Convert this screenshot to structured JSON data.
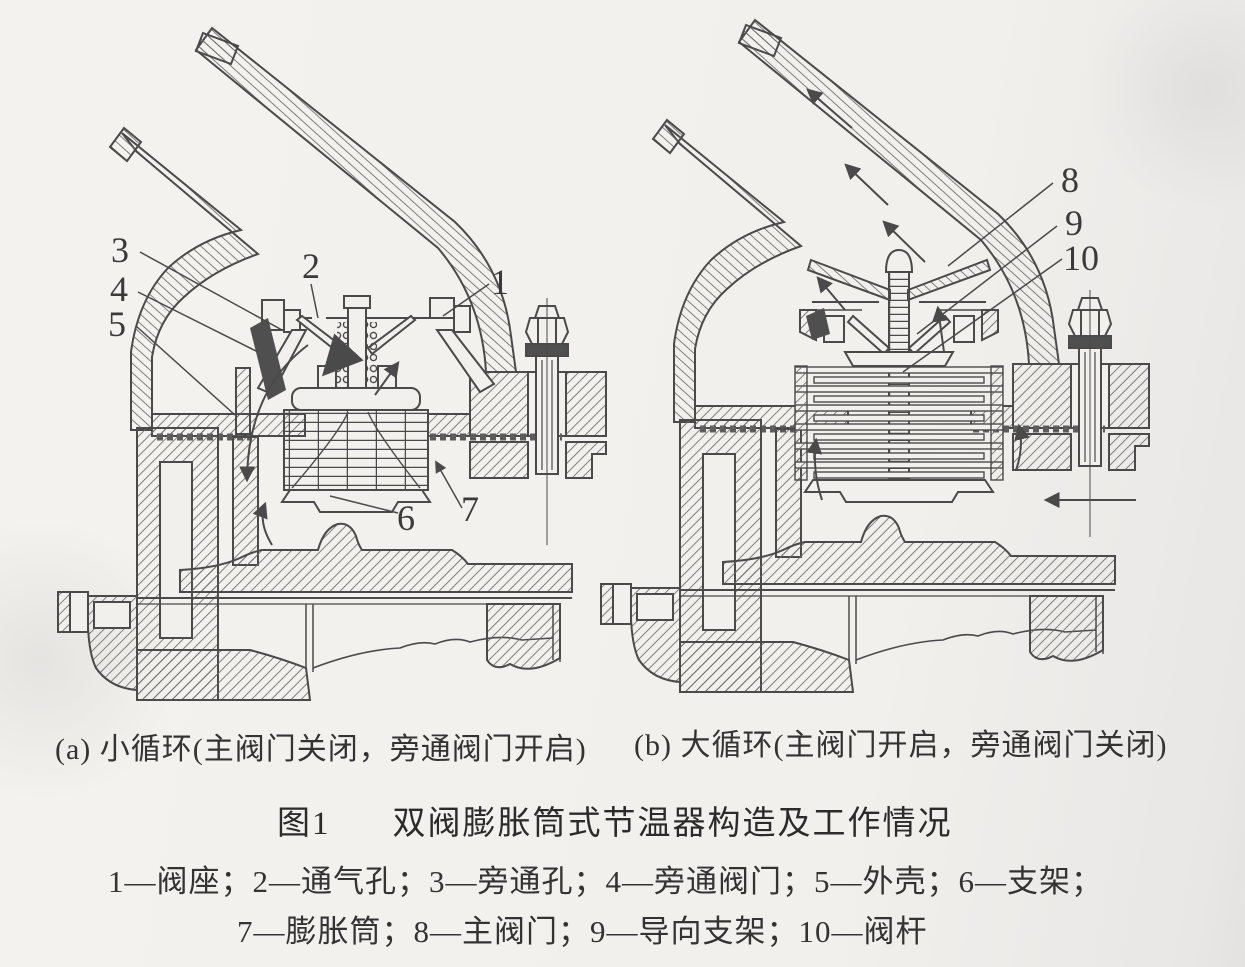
{
  "figure": {
    "captions": {
      "a": "(a) 小循环(主阀门关闭，旁通阀门开启)",
      "b": "(b) 大循环(主阀门开启，旁通阀门关闭)"
    },
    "title": {
      "label": "图1",
      "text": "双阀膨胀筒式节温器构造及工作情况"
    },
    "legend": {
      "line1": "1—阀座；2—通气孔；3—旁通孔；4—旁通阀门；5—外壳；6—支架；",
      "line2": "7—膨胀筒；8—主阀门；9—导向支架；10—阀杆"
    },
    "callouts": {
      "c1": "1",
      "c2": "2",
      "c3": "3",
      "c4": "4",
      "c5": "5",
      "c6": "6",
      "c7": "7",
      "c8": "8",
      "c9": "9",
      "c10": "10"
    },
    "colors": {
      "ink": "#4a4a4a",
      "paper": "#f2f0ec",
      "dark_fill": "#4f4f4f"
    }
  }
}
